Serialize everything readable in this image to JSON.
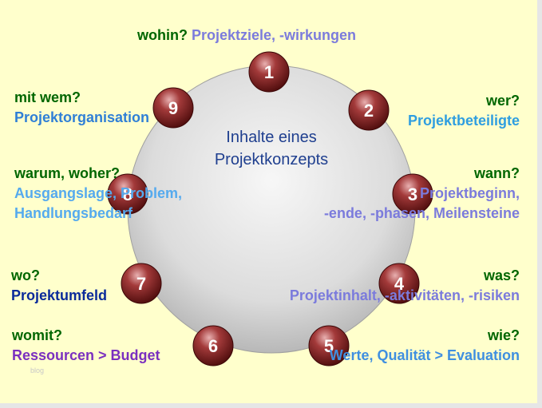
{
  "center_title": [
    "Inhalte eines",
    "Projektkonzepts"
  ],
  "nodes": [
    "1",
    "2",
    "3",
    "4",
    "5",
    "6",
    "7",
    "8",
    "9"
  ],
  "labels": {
    "n1": {
      "question": "wohin?",
      "answer": "Projektziele, -wirkungen",
      "color": "#7b7bdc"
    },
    "n2": {
      "question": "wer?",
      "answer": "Projektbeteiligte",
      "color": "#2f9ee0"
    },
    "n3": {
      "question": "wann?",
      "answer_lines": [
        "Projektbeginn,",
        "-ende, -phasen, Meilensteine"
      ],
      "color": "#7b7bdc"
    },
    "n4": {
      "question": "was?",
      "answer": "Projektinhalt, -aktivitäten, -risiken",
      "color": "#7b7bdc"
    },
    "n5": {
      "question": "wie?",
      "answer": "Werte, Qualität > Evaluation",
      "color": "#3f8fe0"
    },
    "n6": {
      "question": "womit?",
      "answer": "Ressourcen > Budget",
      "color": "#7a2fbf"
    },
    "n7": {
      "question": "wo?",
      "answer": "Projektumfeld",
      "color": "#0a2a9a"
    },
    "n8": {
      "question": "warum, woher?",
      "answer_lines": [
        "Ausgangslage, Problem,",
        "Handlungsbedarf"
      ],
      "color": "#55aaee"
    },
    "n9": {
      "question": "mit wem?",
      "answer": "Projektorganisation",
      "color": "#2f7fd6"
    }
  },
  "watermark": "blog",
  "colors": {
    "background": "#ffffcc",
    "question": "#006600",
    "node": "#7a1a1a",
    "circle": "#d9d9d9"
  }
}
